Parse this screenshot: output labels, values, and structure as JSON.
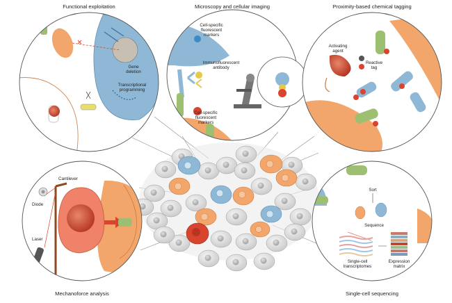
{
  "titles": {
    "functional": "Functional exploitation",
    "microscopy": "Microscopy and cellular imaging",
    "proximity": "Proximity-based chemical tagging",
    "mechanoforce": "Mechanoforce analysis",
    "sequencing": "Single-cell sequencing"
  },
  "functional": {
    "gene_deletion": [
      "Gene",
      "deletion"
    ],
    "transcriptional_programming": [
      "Transcriptional",
      "programming"
    ]
  },
  "microscopy": {
    "markers_top": [
      "Cell-specific",
      "fluorescent",
      "markers"
    ],
    "immuno": [
      "Immunofluorescent",
      "antibody"
    ],
    "markers_bottom": [
      "Cell-specific",
      "fluorescent",
      "markers"
    ]
  },
  "proximity": {
    "activating_agent": [
      "Activating",
      "agent"
    ],
    "reactive_tag": [
      "Reactive",
      "tag"
    ]
  },
  "mechanoforce": {
    "cantilever": "Cantilever",
    "diode": "Diode",
    "laser": "Laser"
  },
  "sequencing": {
    "sort": "Sort",
    "sequence": "Sequence",
    "transcriptomes": [
      "Single-cell",
      "transcriptomes"
    ],
    "matrix": [
      "Expression",
      "matrix"
    ]
  },
  "colors": {
    "blue_cell": "#8fb8d6",
    "orange_cell": "#f3a66b",
    "green_receptor": "#9dbf72",
    "red": "#d9442e",
    "grey_cell": "#d9d9d9"
  }
}
